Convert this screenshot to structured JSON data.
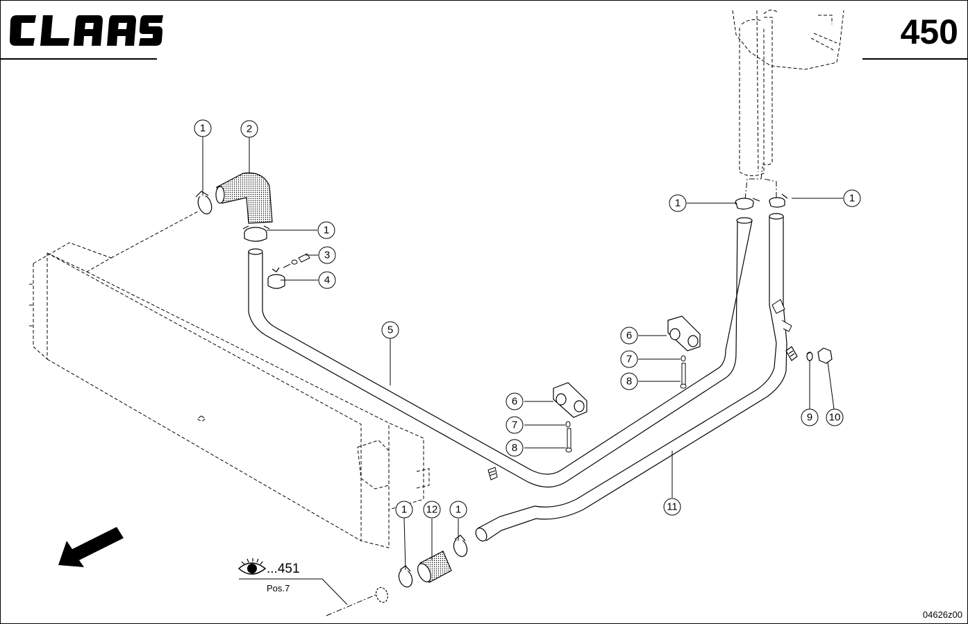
{
  "header": {
    "brand": "CLAAS",
    "page_number": "450"
  },
  "reference": {
    "text": "...451",
    "position_label": "Pos.7"
  },
  "drawing_id": "04626z00",
  "callouts": [
    "1",
    "2",
    "1",
    "3",
    "4",
    "5",
    "6",
    "7",
    "8",
    "6",
    "7",
    "8",
    "1",
    "1",
    "9",
    "10",
    "11",
    "1",
    "12",
    "1"
  ],
  "icons": {
    "eye": "eye-icon",
    "direction": "direction-arrow-icon",
    "logo": "claas-logo-icon"
  }
}
